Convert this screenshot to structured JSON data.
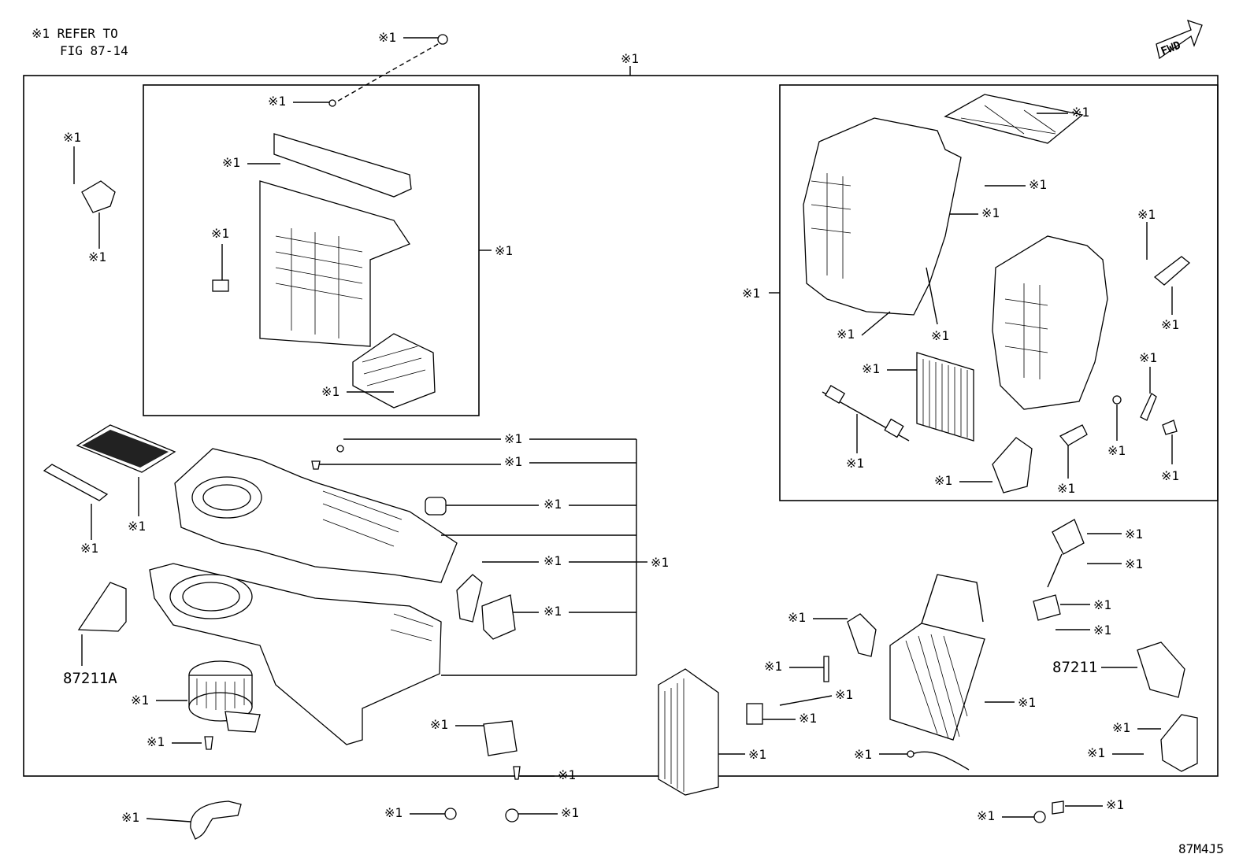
{
  "note": {
    "line1": "※1 REFER TO",
    "line2": "FIG 87-14"
  },
  "fwd_badge": "FWD",
  "diagram_code": "87M4J5",
  "ref": "※1",
  "part_numbers": {
    "left": "87211A",
    "right": "87211"
  }
}
